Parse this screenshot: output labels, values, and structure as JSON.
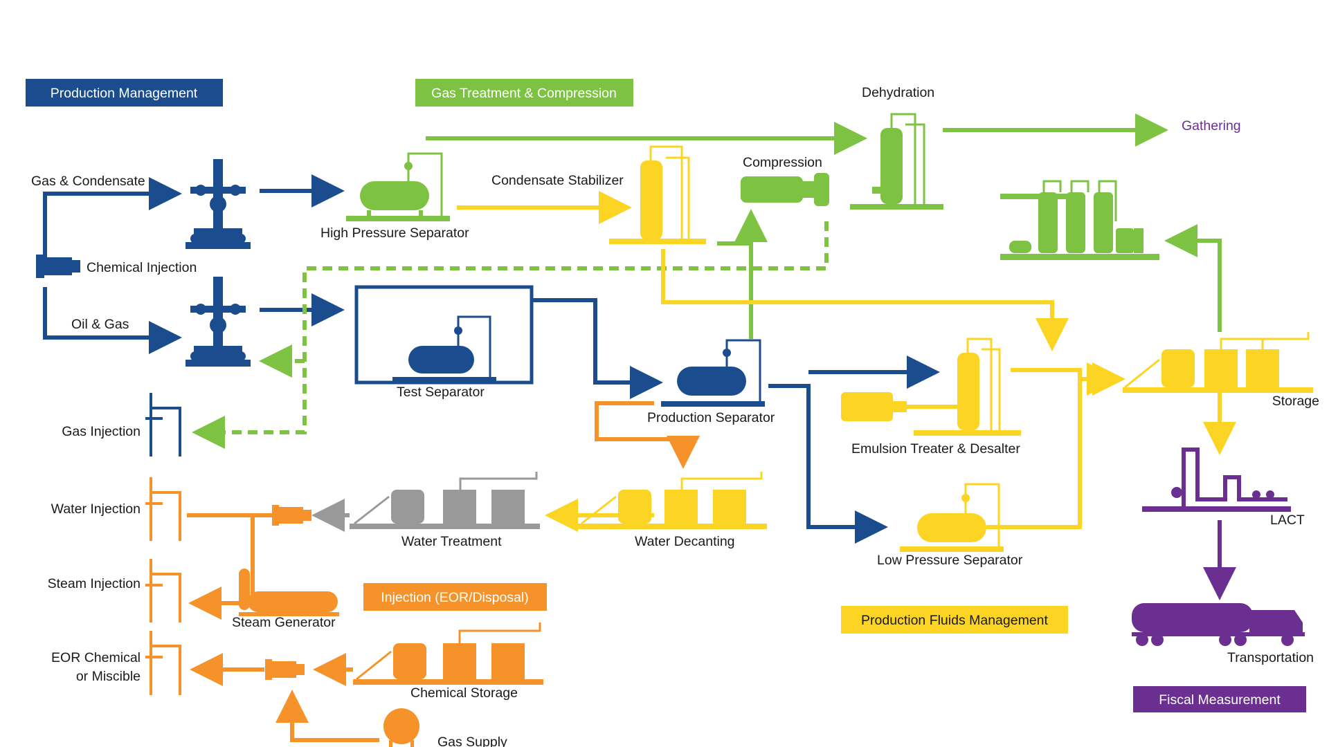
{
  "colors": {
    "blue": "#1b4d8e",
    "green": "#7dc242",
    "yellow": "#fcd424",
    "orange": "#f5922a",
    "purple": "#6b2f91",
    "gray": "#999999",
    "text": "#1a1a1a"
  },
  "sections": {
    "production_management": "Production Management",
    "gas_treatment": "Gas Treatment & Compression",
    "injection": "Injection (EOR/Disposal)",
    "fluids": "Production Fluids Management",
    "fiscal": "Fiscal Measurement"
  },
  "labels": {
    "gas_condensate": "Gas & Condensate",
    "chemical_injection": "Chemical Injection",
    "oil_gas": "Oil & Gas",
    "gas_injection": "Gas Injection",
    "water_injection": "Water Injection",
    "steam_injection": "Steam Injection",
    "eor_line1": "EOR Chemical",
    "eor_line2": "or Miscible",
    "hp_separator": "High Pressure Separator",
    "condensate_stabilizer": "Condensate Stabilizer",
    "compression": "Compression",
    "dehydration": "Dehydration",
    "gathering": "Gathering",
    "test_separator": "Test Separator",
    "production_separator": "Production Separator",
    "emulsion_treater": "Emulsion Treater & Desalter",
    "storage": "Storage",
    "lact": "LACT",
    "water_treatment": "Water Treatment",
    "water_decanting": "Water Decanting",
    "lp_separator": "Low Pressure Separator",
    "steam_generator": "Steam Generator",
    "chemical_storage": "Chemical Storage",
    "gas_supply": "Gas Supply",
    "transportation": "Transportation"
  }
}
